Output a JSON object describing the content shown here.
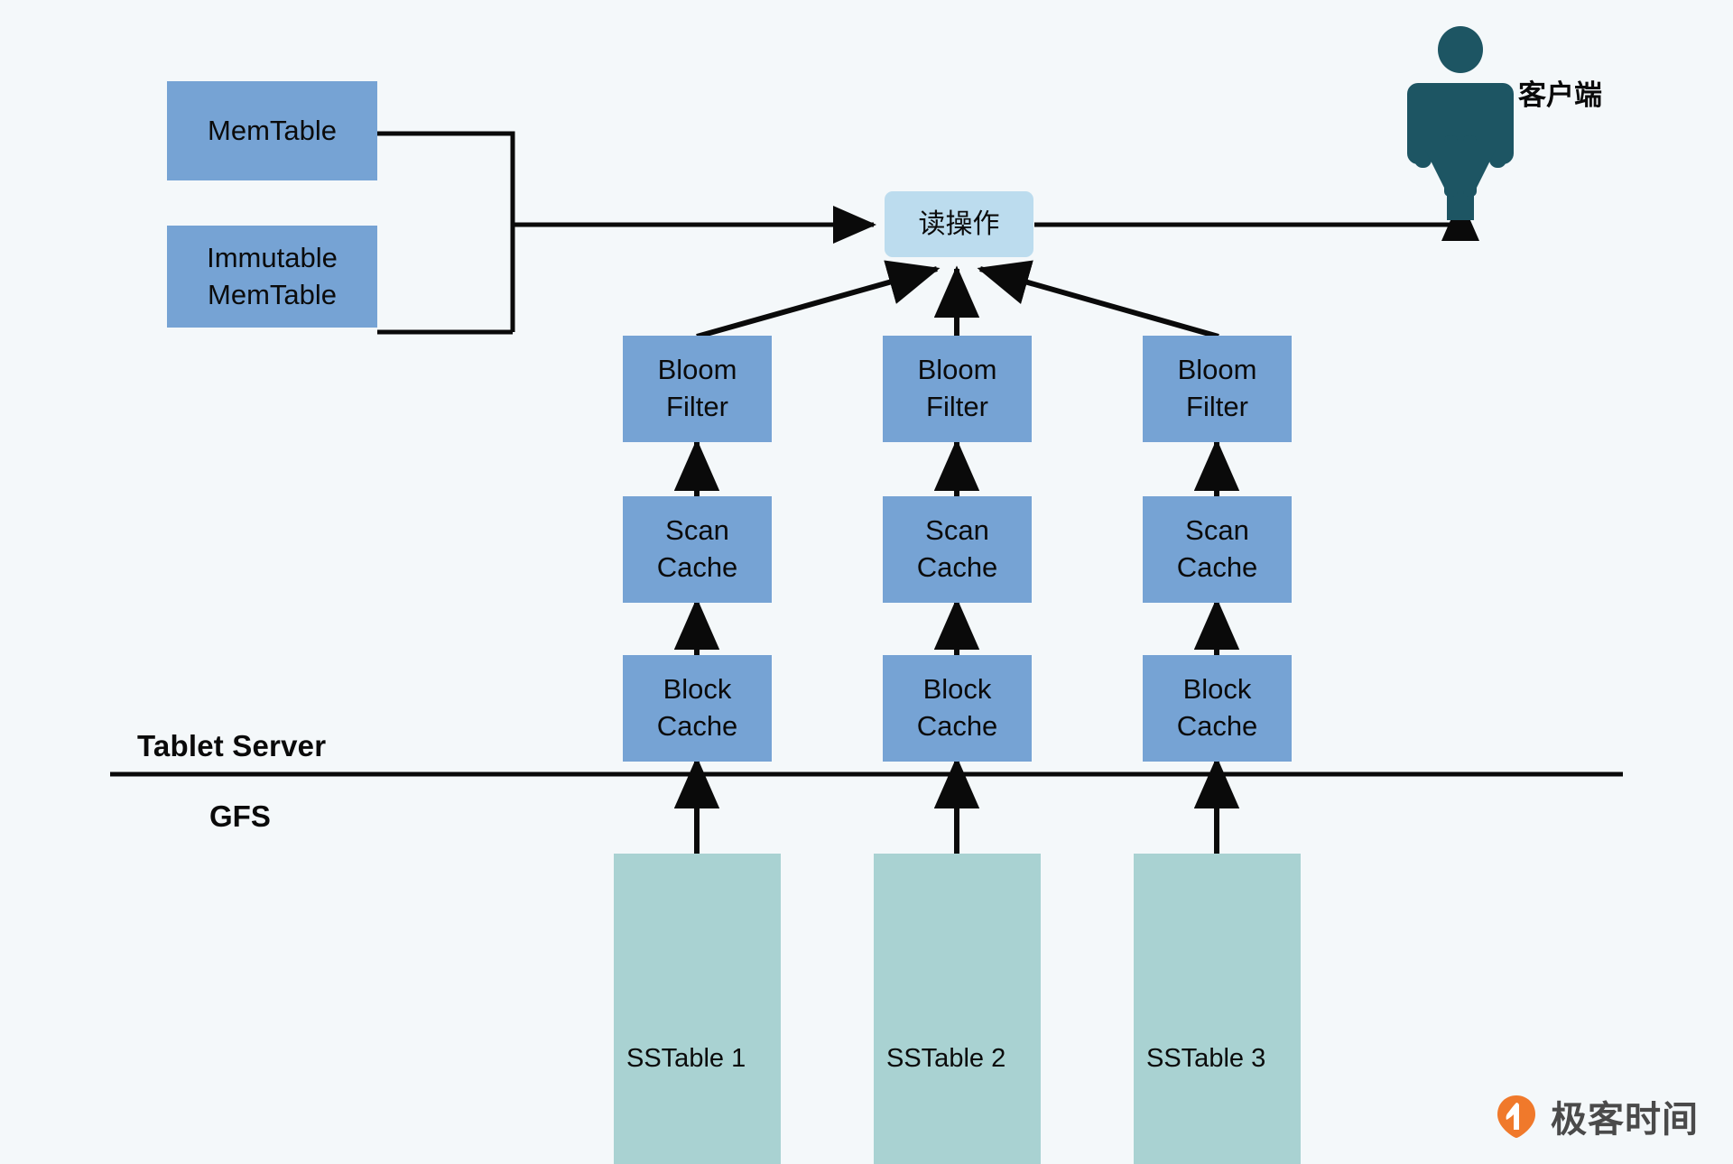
{
  "diagram": {
    "background_color": "#f4f8fa",
    "title_labels": {
      "tablet_server": "Tablet Server",
      "gfs": "GFS"
    },
    "client": {
      "label": "客户端",
      "icon": "person-icon",
      "color": "#1d5563"
    },
    "read_op": {
      "label": "读操作",
      "color": "#bcdcee"
    },
    "memtables": [
      {
        "label": "MemTable",
        "color": "#76a3d4"
      },
      {
        "label_line1": "Immutable",
        "label_line2": "MemTable",
        "color": "#76a3d4"
      }
    ],
    "columns": [
      {
        "bloom_line1": "Bloom",
        "bloom_line2": "Filter",
        "scan_line1": "Scan",
        "scan_line2": "Cache",
        "block_line1": "Block",
        "block_line2": "Cache",
        "sstable": "SSTable 1"
      },
      {
        "bloom_line1": "Bloom",
        "bloom_line2": "Filter",
        "scan_line1": "Scan",
        "scan_line2": "Cache",
        "block_line1": "Block",
        "block_line2": "Cache",
        "sstable": "SSTable 2"
      },
      {
        "bloom_line1": "Bloom",
        "bloom_line2": "Filter",
        "scan_line1": "Scan",
        "scan_line2": "Cache",
        "block_line1": "Block",
        "block_line2": "Cache",
        "sstable": "SSTable 3"
      }
    ],
    "colors": {
      "blue_node": "#76a3d4",
      "teal_node": "#a9d2d2",
      "read_node": "#bcdcee",
      "stroke": "#0a0a0a",
      "client": "#1d5563"
    }
  },
  "watermark": {
    "text": "极客时间",
    "logo_color": "#f0792b",
    "logo_name": "geekbang-logo-icon"
  }
}
